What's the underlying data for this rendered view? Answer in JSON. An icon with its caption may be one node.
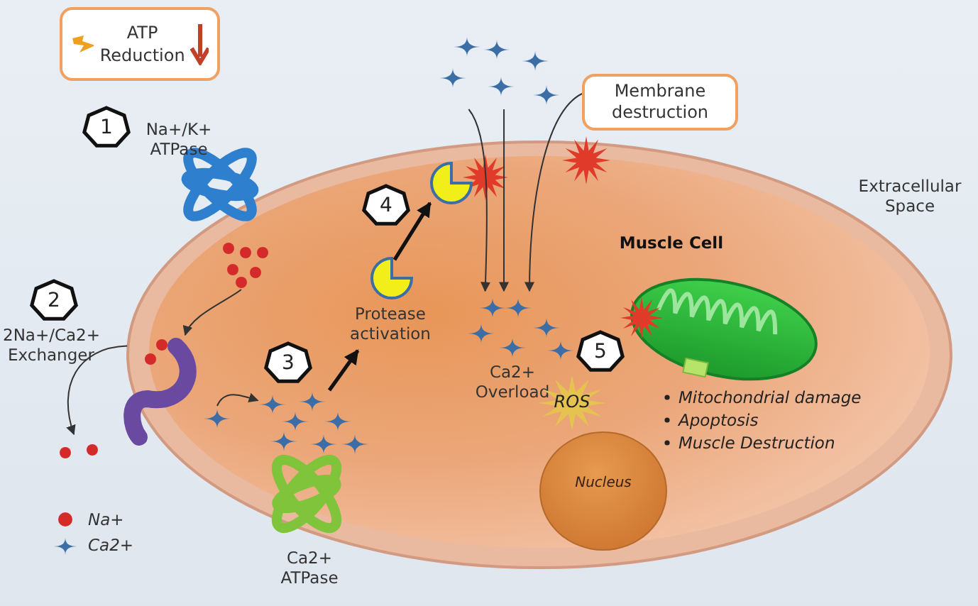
{
  "diagram": {
    "nodes": [
      {
        "text": [
          "ATP Reduction"
        ]
      },
      {
        "text": [
          "1"
        ]
      },
      {
        "text": [],
        "shape": "picture"
      },
      {
        "text": [
          "Membrane destruction"
        ]
      },
      {
        "text": [
          "4"
        ]
      },
      {
        "text": [],
        "shape": "picture"
      },
      {
        "text": [],
        "shape": "picture"
      },
      {
        "text": [
          "2"
        ]
      },
      {
        "text": [],
        "shape": "picture"
      },
      {
        "text": [
          "Protease activation"
        ]
      },
      {
        "text": [
          "3"
        ]
      },
      {
        "text": [],
        "shape": "picture"
      },
      {
        "text": [
          "Ca2+ Overload"
        ]
      },
      {
        "text": [
          "5"
        ]
      },
      {
        "text": [
          "ROS"
        ]
      },
      {
        "text": [],
        "shape": "picture"
      },
      {
        "text": [],
        "shape": "picture"
      },
      {
        "text": [
          "Nucleus"
        ]
      }
    ],
    "edges": [
      {
        "from": 2,
        "to": 12,
        "arrow": "to"
      },
      {
        "from": 2,
        "to": 12,
        "arrow": "to"
      },
      {
        "from": 3,
        "to": 12,
        "arrow": "to"
      },
      {
        "from": 9,
        "to": 5,
        "arrow": "to",
        "style": "thick"
      },
      {
        "from": 6,
        "to": 8,
        "arrow": "to"
      },
      {
        "from": 8,
        "to": 16,
        "arrow": "to"
      },
      {
        "from": 15,
        "to": 11,
        "arrow": "to"
      },
      {
        "from": 11,
        "to": 9,
        "arrow": "to",
        "style": "thick"
      }
    ],
    "labels": [
      "Na+/K+ ATPase",
      "2Na+/Ca2+ Exchanger",
      "Extracellular Space",
      "Muscle Cell",
      "Mitochondrial damage",
      "Apoptosis",
      "Muscle Destruction",
      "Ca2+ ATPase"
    ],
    "legend": [
      {
        "text": "Na+",
        "color": "#d42a2a"
      },
      {
        "text": "Ca2+"
      }
    ]
  }
}
